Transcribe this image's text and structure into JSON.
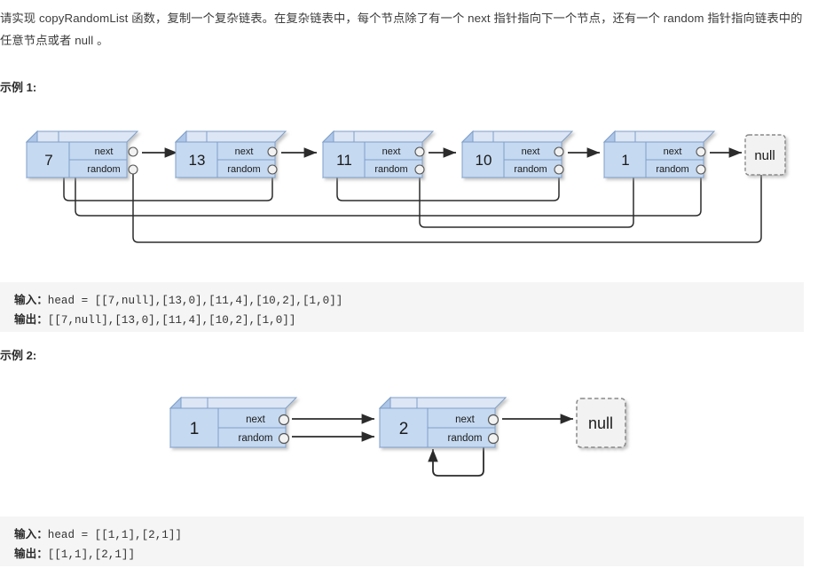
{
  "statement": {
    "parts": [
      {
        "type": "text",
        "value": "请实现 "
      },
      {
        "type": "code",
        "value": "copyRandomList"
      },
      {
        "type": "text",
        "value": " 函数，复制一个复杂链表。在复杂链表中，每个节点除了有一个 "
      },
      {
        "type": "code",
        "value": "next"
      },
      {
        "type": "text",
        "value": " 指针指向下一个节点，还有一个 "
      },
      {
        "type": "code",
        "value": "random"
      },
      {
        "type": "text",
        "value": " 指针指向链表中的任意节点或者 "
      },
      {
        "type": "code",
        "value": "null"
      },
      {
        "type": "text",
        "value": " 。"
      }
    ]
  },
  "examples": [
    {
      "heading": "示例 1:",
      "input_label": "输入：",
      "input_value": "head = [[7,null],[13,0],[11,4],[10,2],[1,0]]",
      "output_label": "输出：",
      "output_value": "[[7,null],[13,0],[11,4],[10,2],[1,0]]",
      "diagram": {
        "node_value_labels": [
          "7",
          "13",
          "11",
          "10",
          "1"
        ],
        "next_label": "next",
        "random_label": "random",
        "null_label": "null"
      }
    },
    {
      "heading": "示例 2:",
      "input_label": "输入：",
      "input_value": "head = [[1,1],[2,1]]",
      "output_label": "输出：",
      "output_value": "[[1,1],[2,1]]",
      "diagram": {
        "node_value_labels": [
          "1",
          "2"
        ],
        "next_label": "next",
        "random_label": "random",
        "null_label": "null"
      }
    }
  ],
  "colors": {
    "node_face": "#c5d9f1",
    "node_top": "#dce6f5",
    "node_side": "#aec6e8",
    "node_stroke": "#7f9fc9",
    "null_fill": "#f2f2f2",
    "null_stroke": "#8a8a8a",
    "arrow": "#2b2b2b",
    "code_bg": "#f5f5f5",
    "page_bg": "#ffffff"
  }
}
